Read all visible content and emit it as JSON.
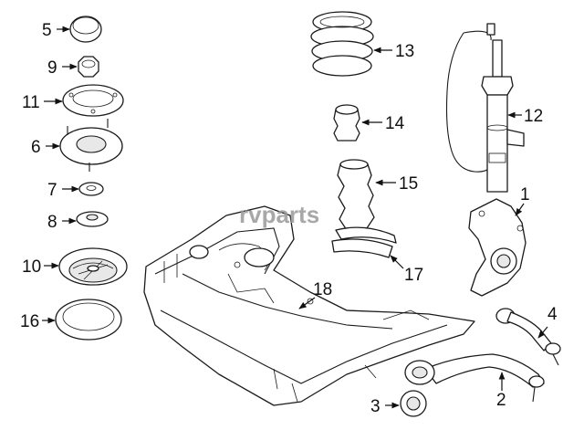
{
  "watermark": "rvparts",
  "callouts": [
    {
      "id": "c5",
      "label": "5"
    },
    {
      "id": "c9",
      "label": "9"
    },
    {
      "id": "c11",
      "label": "11"
    },
    {
      "id": "c6",
      "label": "6"
    },
    {
      "id": "c7",
      "label": "7"
    },
    {
      "id": "c8",
      "label": "8"
    },
    {
      "id": "c10",
      "label": "10"
    },
    {
      "id": "c16",
      "label": "16"
    },
    {
      "id": "c13",
      "label": "13"
    },
    {
      "id": "c14",
      "label": "14"
    },
    {
      "id": "c15",
      "label": "15"
    },
    {
      "id": "c17",
      "label": "17"
    },
    {
      "id": "c18",
      "label": "18"
    },
    {
      "id": "c12",
      "label": "12"
    },
    {
      "id": "c1",
      "label": "1"
    },
    {
      "id": "c4",
      "label": "4"
    },
    {
      "id": "c2",
      "label": "2"
    },
    {
      "id": "c3",
      "label": "3"
    }
  ]
}
